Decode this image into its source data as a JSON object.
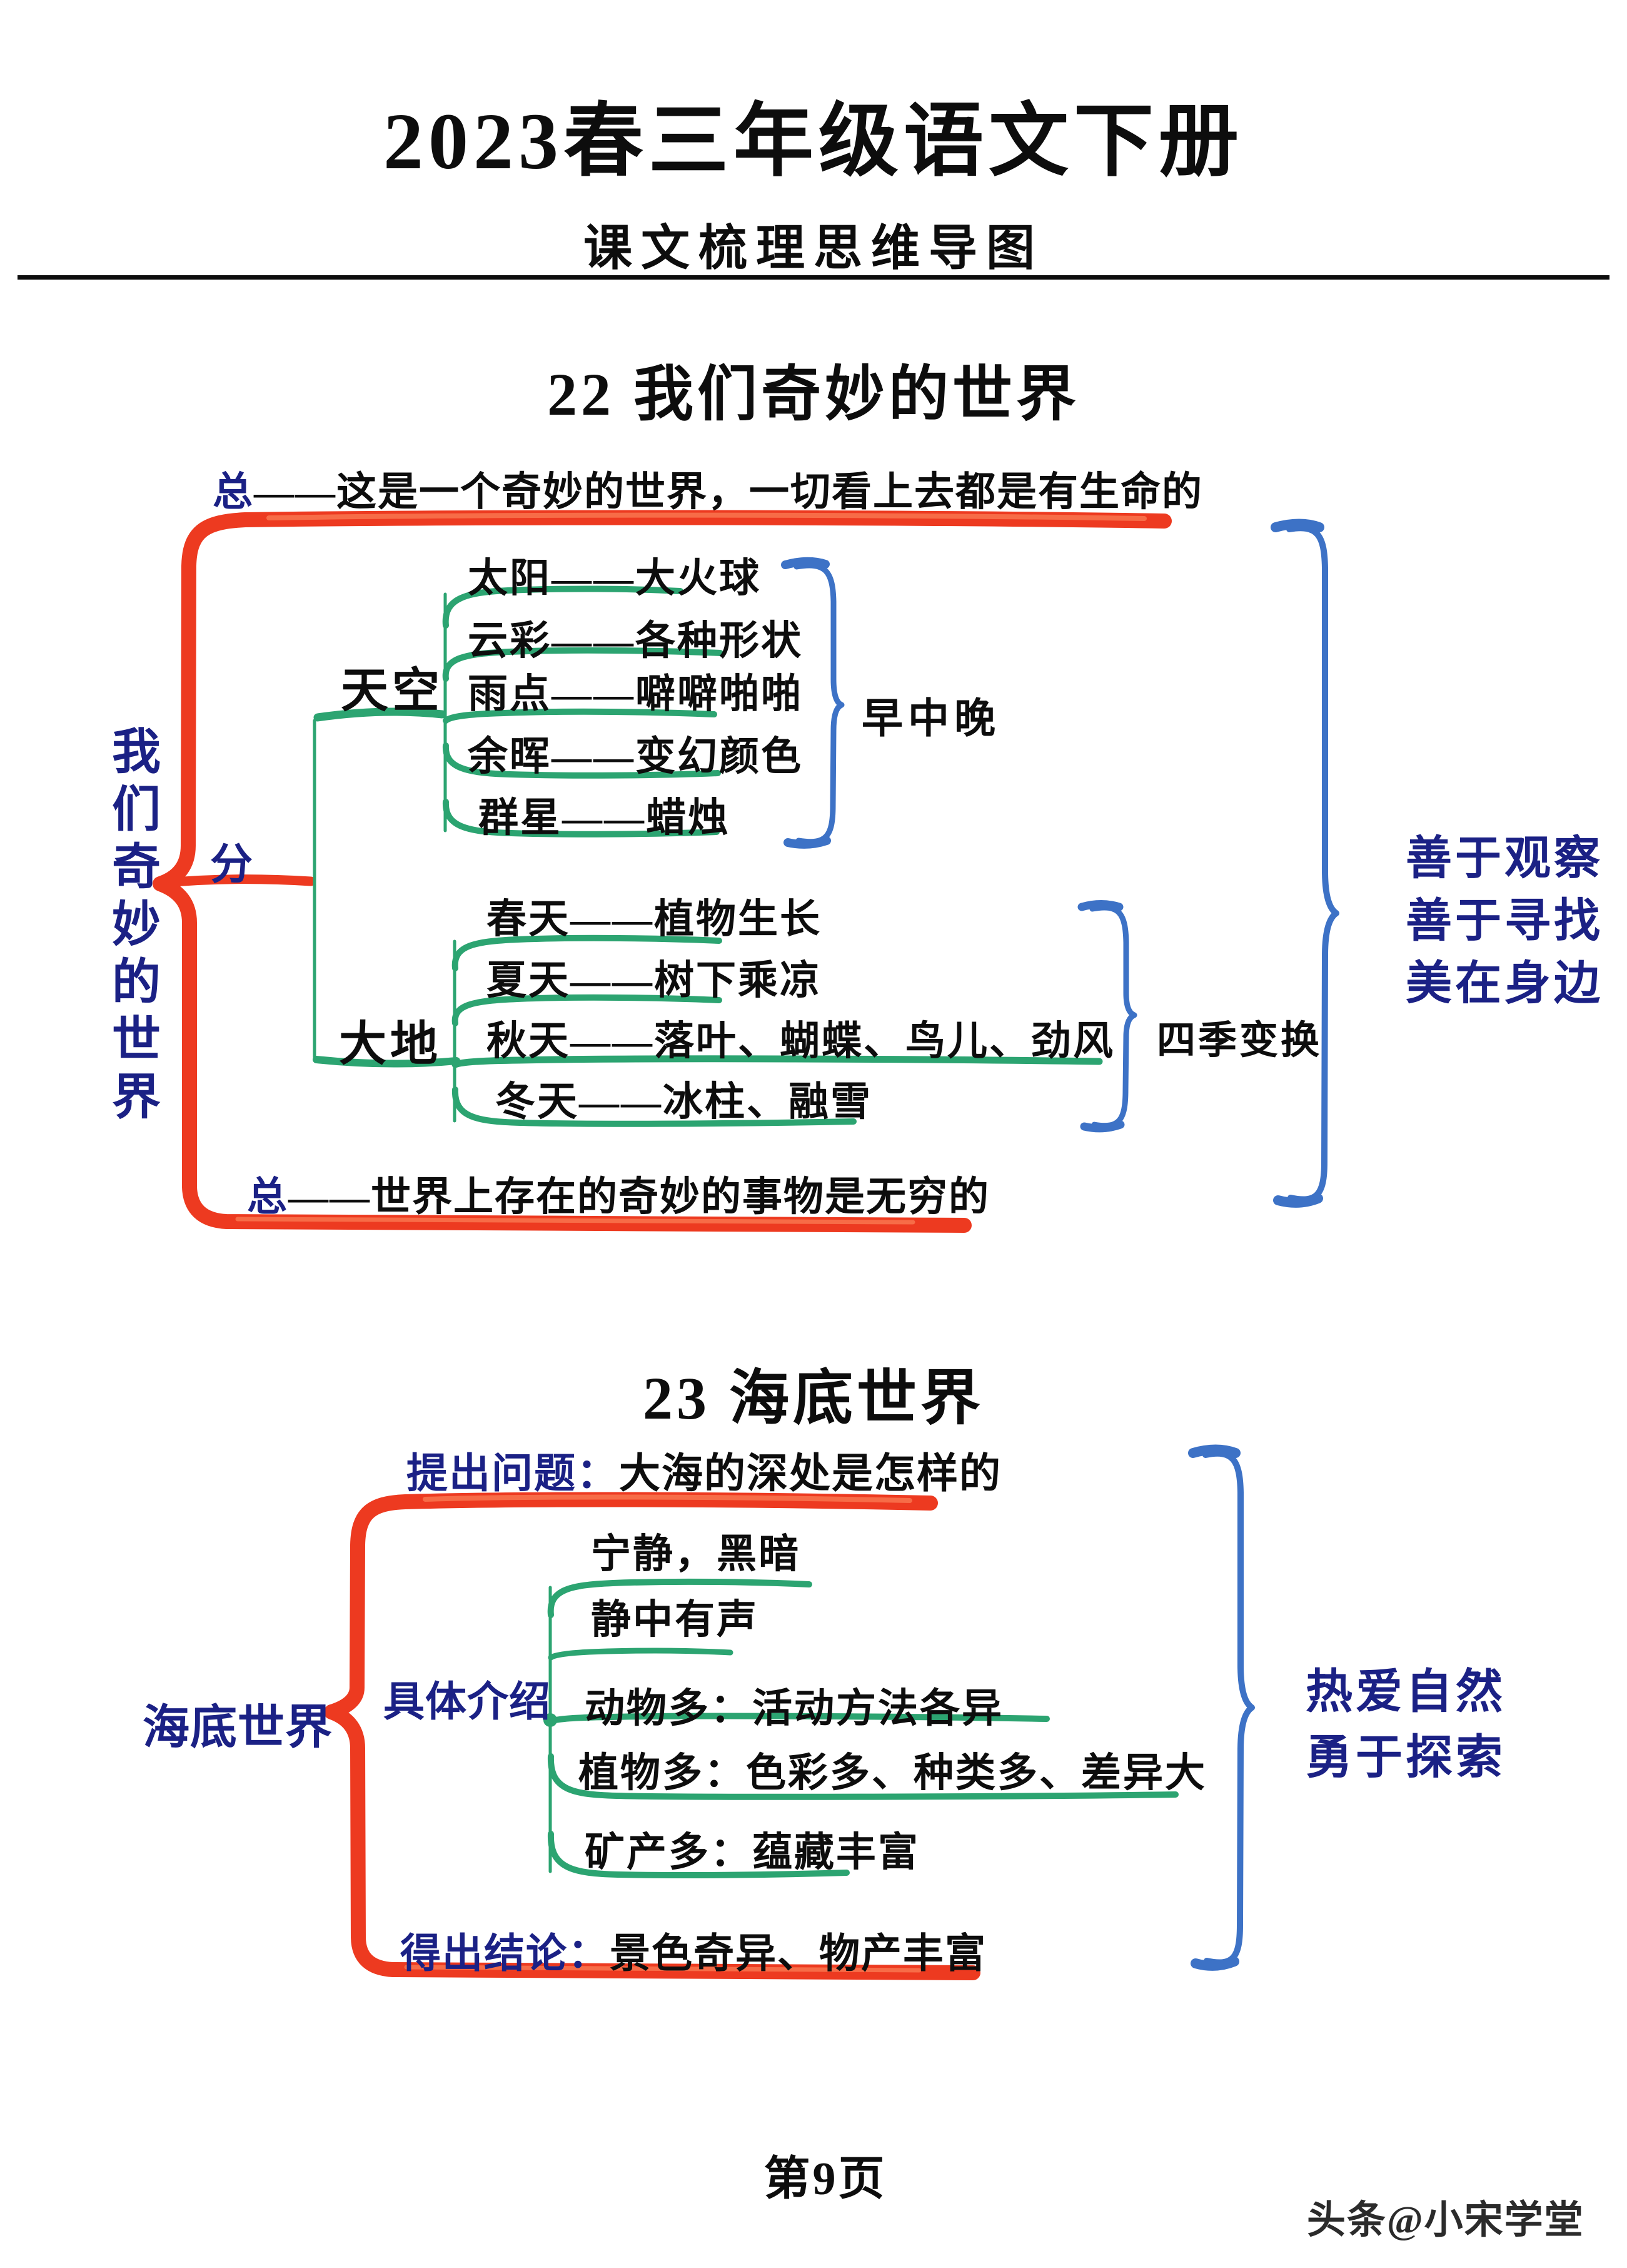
{
  "colors": {
    "red": "#ed3a20",
    "red-light": "#f8764f",
    "green": "#2ca471",
    "blue": "#3d72c6",
    "navy": "#1b2185",
    "ink": "#0d0d0d"
  },
  "page": {
    "title": "2023春三年级语文下册",
    "subtitle": "课文梳理思维导图",
    "page_number": "第9页",
    "watermark": "头条@小宋学堂"
  },
  "lesson22": {
    "title": "22 我们奇妙的世界",
    "root_label": "我们奇妙的世界",
    "branch_label": "分",
    "top_summary": {
      "label": "总",
      "text": "——这是一个奇妙的世界，一切看上去都是有生命的"
    },
    "bottom_summary": {
      "label": "总",
      "text": "——世界上存在的奇妙的事物是无穷的"
    },
    "sky": {
      "label": "天空",
      "brace_label": "早中晚",
      "items": [
        "太阳——大火球",
        "云彩——各种形状",
        "雨点——噼噼啪啪",
        "余晖——变幻颜色",
        "群星——蜡烛"
      ]
    },
    "earth": {
      "label": "大地",
      "brace_label": "四季变换",
      "items": [
        "春天——植物生长",
        "夏天——树下乘凉",
        "秋天——落叶、蝴蝶、鸟儿、劲风",
        "冬天——冰柱、融雪"
      ]
    },
    "takeaway": [
      "善于观察",
      "善于寻找",
      "美在身边"
    ]
  },
  "lesson23": {
    "title": "23 海底世界",
    "root_label": "海底世界",
    "question": {
      "label": "提出问题：",
      "text": "大海的深处是怎样的"
    },
    "detail_label": "具体介绍",
    "items": [
      "宁静，黑暗",
      "静中有声",
      "动物多：活动方法各异",
      "植物多：色彩多、种类多、差异大",
      "矿产多：蕴藏丰富"
    ],
    "conclusion": {
      "label": "得出结论：",
      "text": "景色奇异、物产丰富"
    },
    "takeaway": [
      "热爱自然",
      "勇于探索"
    ]
  }
}
